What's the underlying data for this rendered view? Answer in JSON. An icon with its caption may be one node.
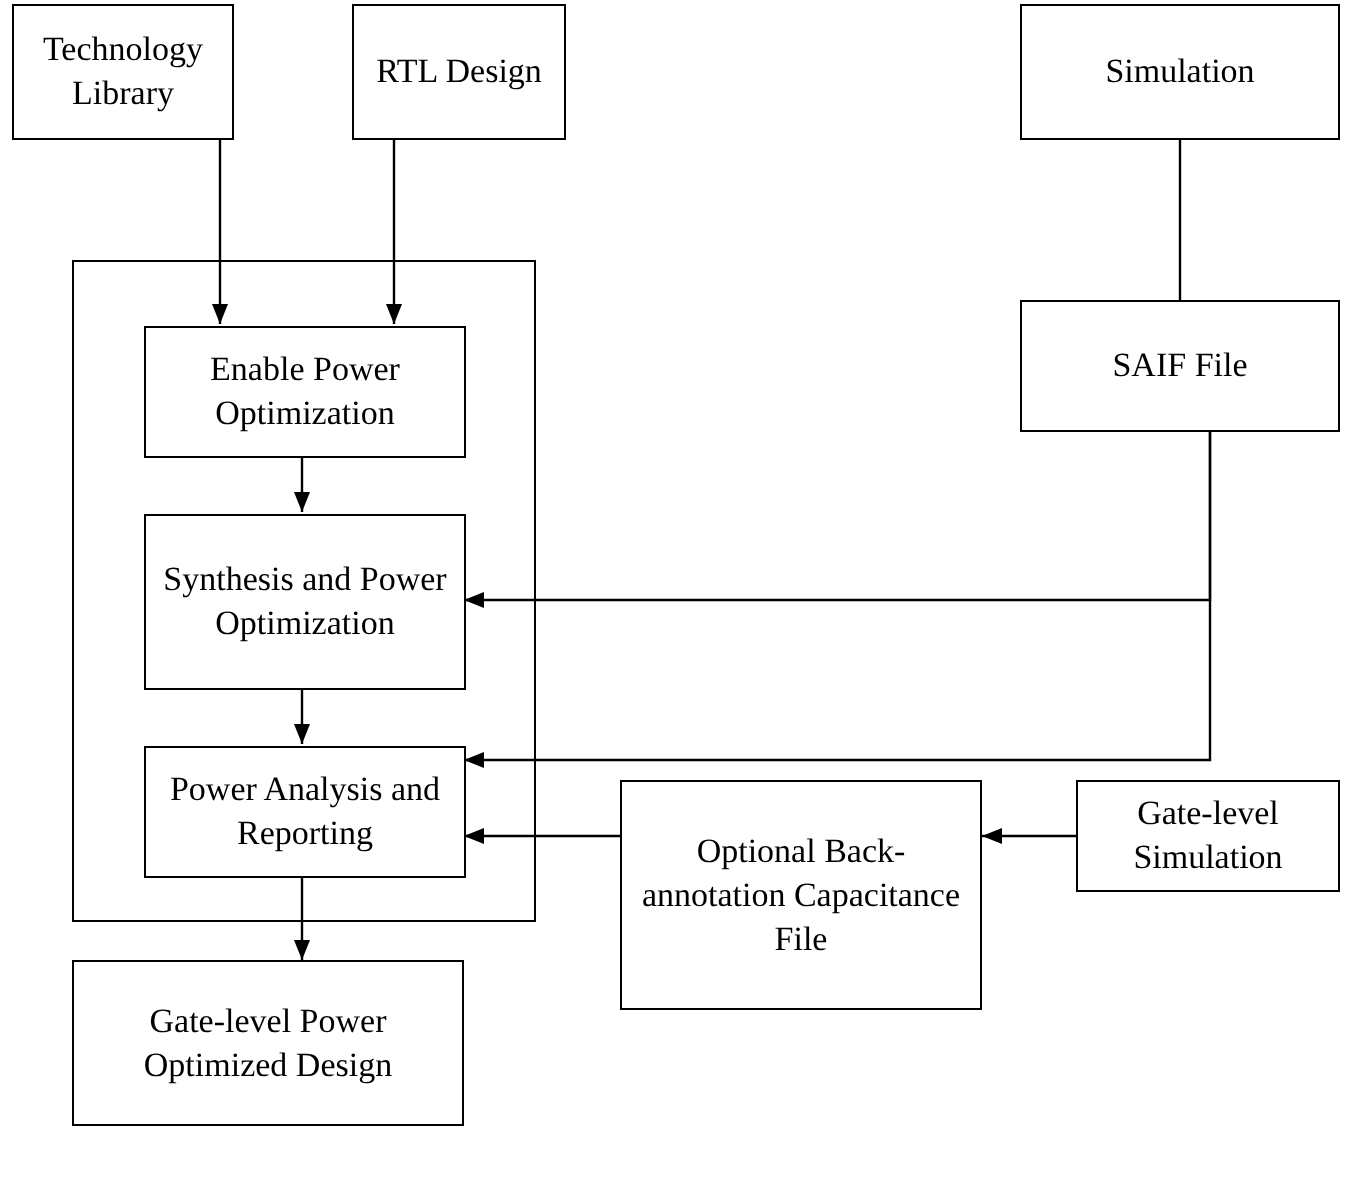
{
  "diagram": {
    "nodes": [
      {
        "text": [
          "Technology Library"
        ]
      },
      {
        "text": [
          "RTL Design"
        ]
      },
      {
        "text": [
          "Simulation"
        ]
      },
      {
        "text": [
          "SAIF File"
        ]
      },
      {
        "text": [],
        "shape": "box"
      },
      {
        "text": [
          "Enable Power Optimization"
        ],
        "in": 4
      },
      {
        "text": [
          "Synthesis and Power Optimization"
        ],
        "in": 4
      },
      {
        "text": [
          "Power Analysis and Reporting"
        ],
        "in": 4
      },
      {
        "text": [
          "Optional Back-annotation Capacitance File"
        ]
      },
      {
        "text": [
          "Gate-level Simulation"
        ]
      },
      {
        "text": [
          "Gate-level Power Optimized Design"
        ]
      }
    ],
    "edges": [
      {
        "from": 0,
        "to": 5,
        "arrow": "to"
      },
      {
        "from": 1,
        "to": 5,
        "arrow": "to"
      },
      {
        "from": 2,
        "to": 3,
        "arrow": "none"
      },
      {
        "from": 3,
        "to": 6,
        "arrow": "to"
      },
      {
        "from": 3,
        "to": 7,
        "arrow": "to"
      },
      {
        "from": 5,
        "to": 6,
        "arrow": "to"
      },
      {
        "from": 6,
        "to": 7,
        "arrow": "to"
      },
      {
        "from": 7,
        "to": 10,
        "arrow": "to"
      },
      {
        "from": 9,
        "to": 8,
        "arrow": "to"
      },
      {
        "from": 8,
        "to": 7,
        "arrow": "to"
      }
    ]
  }
}
